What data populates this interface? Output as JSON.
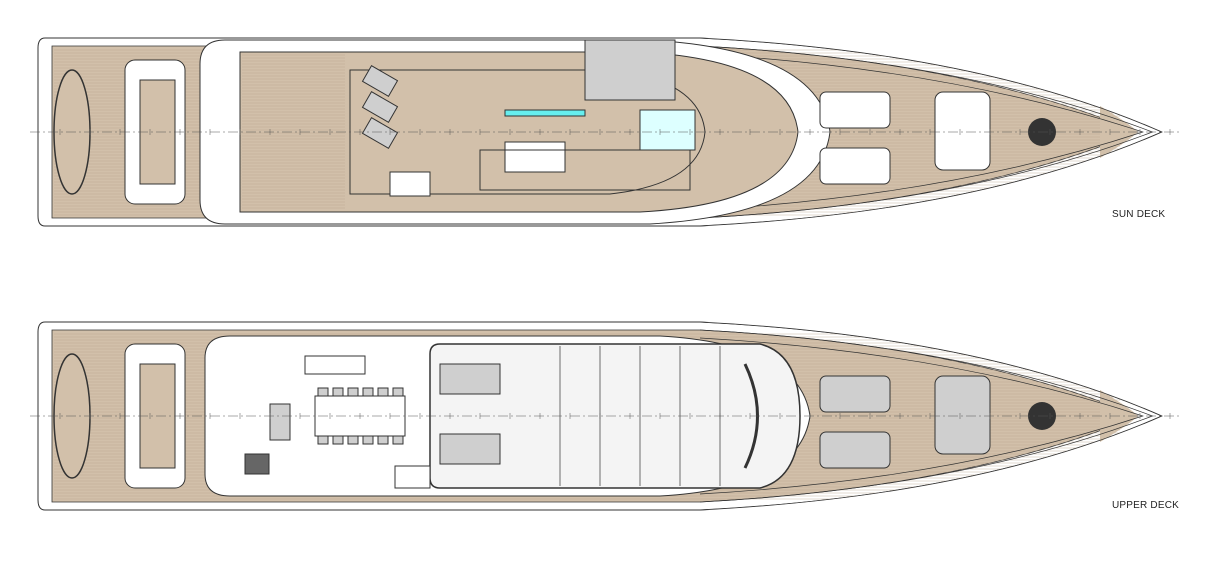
{
  "decks": [
    {
      "id": "sun",
      "label": "SUN DECK"
    },
    {
      "id": "upper",
      "label": "UPPER DECK"
    }
  ],
  "colors": {
    "teak": "#d2c0aa",
    "teak_line": "#b9a58e",
    "line": "#333333",
    "cushion": "#cfcfcf"
  }
}
